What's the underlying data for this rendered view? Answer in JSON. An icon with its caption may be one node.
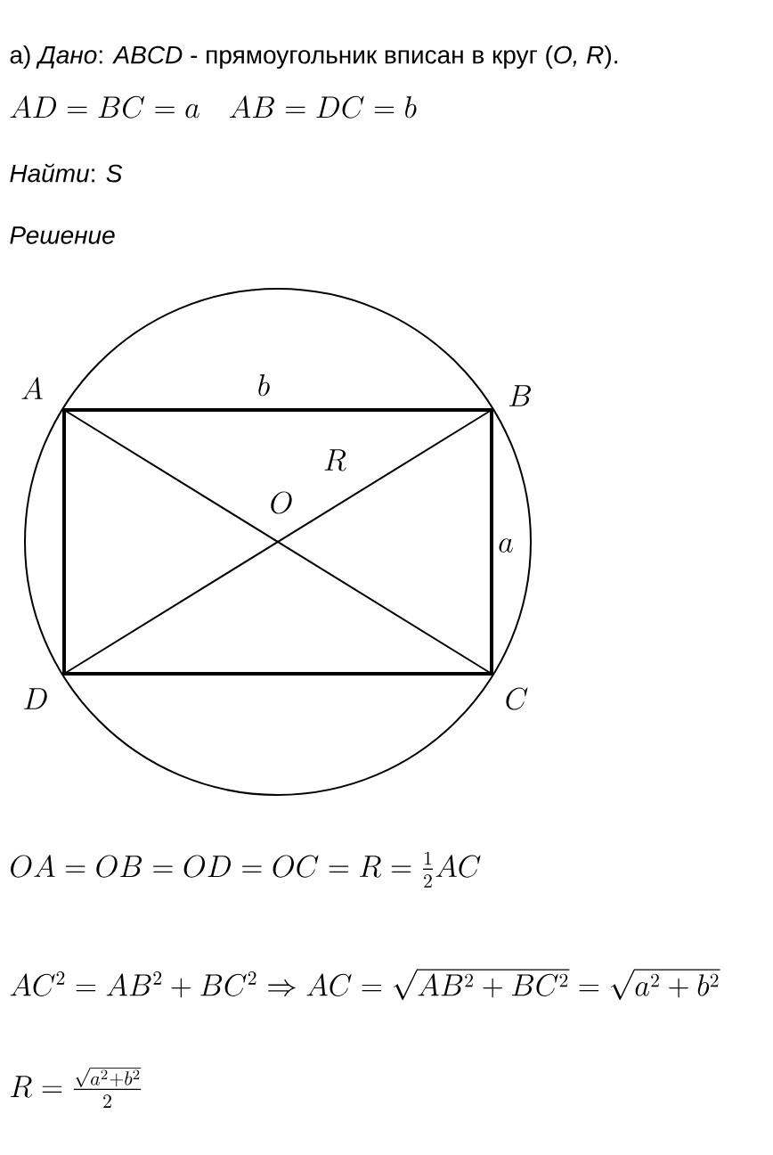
{
  "diagram": {
    "labels": [
      "а) *Дано*: *ABCD* - прямоугольник вписан в круг (*O, R*).",
      "AD=BC=a\\quad AB=DC=b",
      "*Найти*: *S*",
      "*Решение*",
      "A",
      "b",
      "B",
      "R",
      "O",
      "a",
      "D",
      "C",
      "OA=OB=OD=OC=R=\\frac{1}{2}AC",
      "AC^2=AB^2+BC^2\\Rightarrow AC=\\sqrt{AB^2+BC^2}=\\sqrt{a^2+b^2}",
      "R=\\frac{\\sqrt{a^2+b^2}}{2}"
    ]
  }
}
